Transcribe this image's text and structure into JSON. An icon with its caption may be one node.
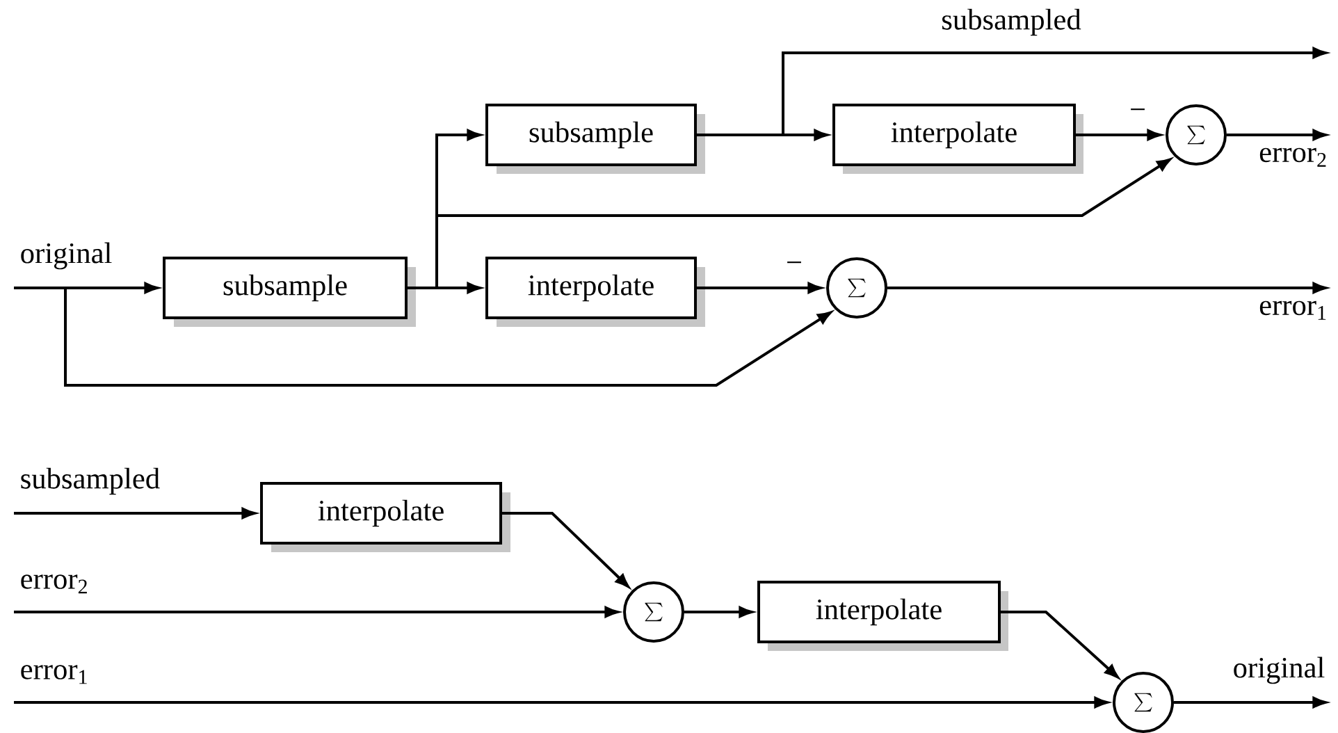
{
  "diagram": {
    "nodes": [
      {
        "text": [
          "subsample"
        ]
      },
      {
        "text": [
          "subsample"
        ]
      },
      {
        "text": [
          "interpolate"
        ]
      },
      {
        "text": [
          "interpolate"
        ]
      },
      {
        "text": [
          "\\sum"
        ]
      },
      {
        "text": [
          "\\sum"
        ]
      },
      {
        "text": [
          "interpolate"
        ]
      },
      {
        "text": [
          "\\sum"
        ]
      },
      {
        "text": [
          "interpolate"
        ]
      },
      {
        "text": [
          "\\sum"
        ]
      }
    ],
    "edges": [
      {
        "from": null,
        "to": 0,
        "arrow": "to",
        "label": "original"
      },
      {
        "from": 0,
        "to": 1,
        "arrow": "to"
      },
      {
        "from": 0,
        "to": 2,
        "arrow": "to"
      },
      {
        "from": 0,
        "to": 4,
        "arrow": "to"
      },
      {
        "from": null,
        "to": 5,
        "arrow": "to"
      },
      {
        "from": 1,
        "to": 3,
        "arrow": "to"
      },
      {
        "from": 1,
        "to": null,
        "arrow": "to",
        "label": "subsampled"
      },
      {
        "from": 3,
        "to": 4,
        "arrow": "to",
        "label": "−"
      },
      {
        "from": 4,
        "to": null,
        "arrow": "to",
        "label": "error$_{2}$"
      },
      {
        "from": 2,
        "to": 5,
        "arrow": "to",
        "label": "−"
      },
      {
        "from": 5,
        "to": null,
        "arrow": "to",
        "label": "error$_{1}$"
      },
      {
        "from": null,
        "to": 6,
        "arrow": "to",
        "label": "subsampled"
      },
      {
        "from": 6,
        "to": 7,
        "arrow": "to"
      },
      {
        "from": null,
        "to": 7,
        "arrow": "to",
        "label": "error$_{2}$"
      },
      {
        "from": 7,
        "to": 8,
        "arrow": "to"
      },
      {
        "from": 8,
        "to": 9,
        "arrow": "to"
      },
      {
        "from": null,
        "to": 9,
        "arrow": "to",
        "label": "error$_{1}$"
      },
      {
        "from": 9,
        "to": null,
        "arrow": "to",
        "label": "original"
      }
    ]
  }
}
